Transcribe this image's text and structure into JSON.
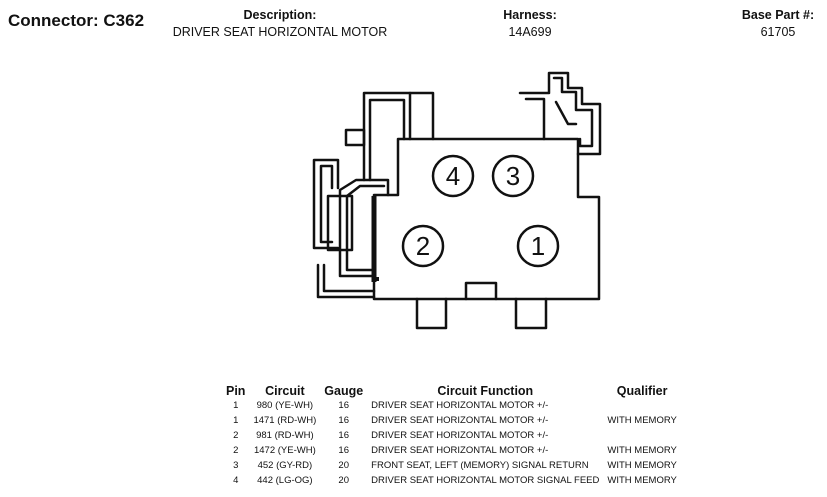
{
  "header": {
    "connector": "Connector: C362",
    "description_label": "Description:",
    "description": "DRIVER SEAT HORIZONTAL MOTOR",
    "harness_label": "Harness:",
    "harness": "14A699",
    "base_part_label": "Base Part #:",
    "base_part": "61705"
  },
  "diagram": {
    "pin_labels": [
      "4",
      "3",
      "2",
      "1"
    ]
  },
  "table": {
    "headers": [
      "Pin",
      "Circuit",
      "Gauge",
      "Circuit Function",
      "Qualifier"
    ],
    "rows": [
      {
        "pin": "1",
        "circuit": "980 (YE-WH)",
        "gauge": "16",
        "function": "DRIVER SEAT HORIZONTAL MOTOR +/-",
        "qualifier": ""
      },
      {
        "pin": "1",
        "circuit": "1471 (RD-WH)",
        "gauge": "16",
        "function": "DRIVER SEAT HORIZONTAL MOTOR +/-",
        "qualifier": "WITH MEMORY"
      },
      {
        "pin": "2",
        "circuit": "981 (RD-WH)",
        "gauge": "16",
        "function": "DRIVER SEAT HORIZONTAL MOTOR +/-",
        "qualifier": ""
      },
      {
        "pin": "2",
        "circuit": "1472 (YE-WH)",
        "gauge": "16",
        "function": "DRIVER SEAT HORIZONTAL MOTOR +/-",
        "qualifier": "WITH MEMORY"
      },
      {
        "pin": "3",
        "circuit": "452 (GY-RD)",
        "gauge": "20",
        "function": "FRONT SEAT, LEFT (MEMORY) SIGNAL RETURN",
        "qualifier": "WITH MEMORY"
      },
      {
        "pin": "4",
        "circuit": "442 (LG-OG)",
        "gauge": "20",
        "function": "DRIVER SEAT HORIZONTAL MOTOR SIGNAL FEED",
        "qualifier": "WITH MEMORY"
      }
    ]
  }
}
